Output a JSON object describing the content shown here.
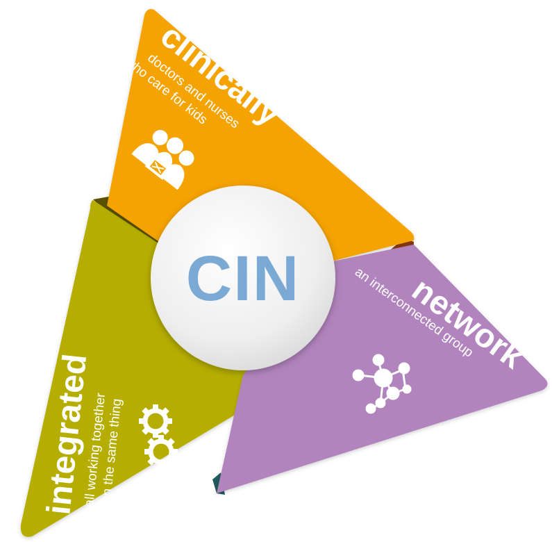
{
  "center": {
    "label": "CIN",
    "label_color": "#7aa9d4"
  },
  "segments": [
    {
      "key": "clinically",
      "title": "clinically",
      "subtitle_lines": [
        "doctors and nurses",
        "who care for kids"
      ],
      "color": "#f5a300",
      "icon": "people-group-icon"
    },
    {
      "key": "network",
      "title": "network",
      "subtitle_lines": [
        "an interconnected group"
      ],
      "color": "#b184bd",
      "icon": "network-nodes-icon"
    },
    {
      "key": "integrated",
      "title": "integrated",
      "subtitle_lines": [
        "all working together",
        "on the same thing"
      ],
      "color": "#b5ae00",
      "icon": "gears-icon"
    }
  ]
}
